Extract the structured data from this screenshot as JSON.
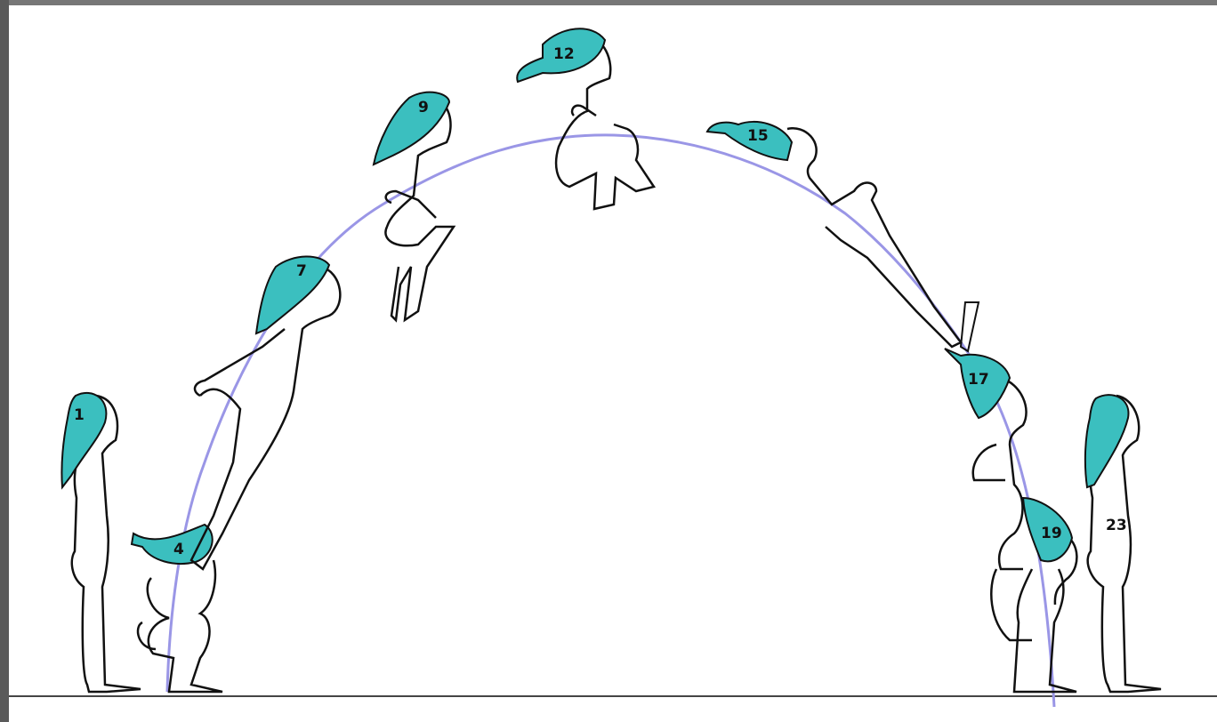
{
  "colors": {
    "hair": "#3bbfbf",
    "arc": "#9a96e6",
    "ink": "#111111",
    "paper": "#ffffff",
    "frame": "#777777"
  },
  "frames": [
    {
      "label": "1"
    },
    {
      "label": "4"
    },
    {
      "label": "7"
    },
    {
      "label": "9"
    },
    {
      "label": "12"
    },
    {
      "label": "15"
    },
    {
      "label": "17"
    },
    {
      "label": "19"
    },
    {
      "label": "23"
    }
  ]
}
